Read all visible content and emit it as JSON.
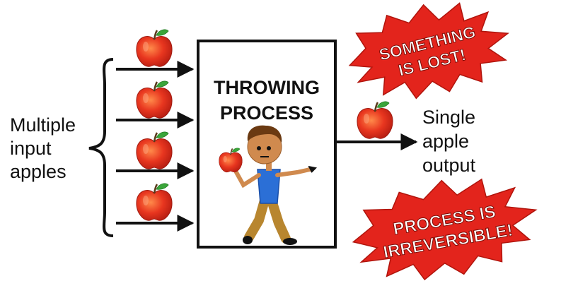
{
  "input_label": [
    "Multiple",
    "input",
    "apples"
  ],
  "process_box": {
    "title_line1": "THROWING",
    "title_line2": "PROCESS"
  },
  "output_label": [
    "Single",
    "apple",
    "output"
  ],
  "burst_top": {
    "line1": "SOMETHING",
    "line2": "IS LOST!"
  },
  "burst_bottom": {
    "line1": "PROCESS IS",
    "line2": "IRREVERSIBLE!"
  },
  "colors": {
    "burst_red": "#e3241c",
    "apple_red": "#e8361f",
    "apple_leaf": "#3aa53a",
    "shirt_blue": "#2b6fd6",
    "pants_tan": "#b8862f",
    "skin": "#d08a4e",
    "hair": "#6b3a12",
    "line": "#111111"
  }
}
